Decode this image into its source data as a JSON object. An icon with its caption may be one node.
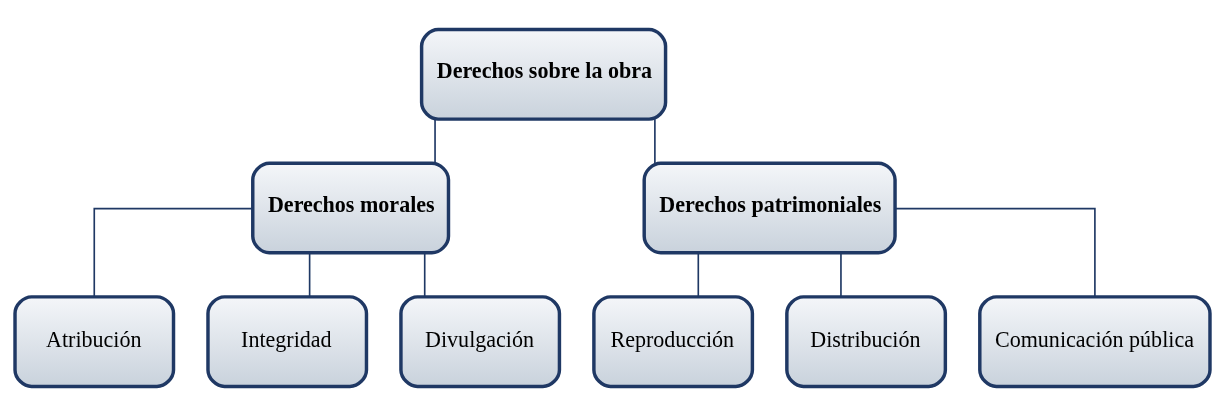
{
  "diagram": {
    "nodes": [
      {
        "text": [
          "Derechos sobre la obra"
        ]
      },
      {
        "text": [
          "Derechos morales"
        ]
      },
      {
        "text": [
          "Derechos patrimoniales"
        ]
      },
      {
        "text": [
          "Atribución"
        ]
      },
      {
        "text": [
          "Integridad"
        ]
      },
      {
        "text": [
          "Divulgación"
        ]
      },
      {
        "text": [
          "Reproducción"
        ]
      },
      {
        "text": [
          "Distribución"
        ]
      },
      {
        "text": [
          "Comunicación pública"
        ]
      }
    ],
    "edges": [
      {
        "from": 0,
        "to": 1,
        "arrow": "none"
      },
      {
        "from": 0,
        "to": 2,
        "arrow": "none"
      },
      {
        "from": 1,
        "to": 3,
        "arrow": "none"
      },
      {
        "from": 1,
        "to": 4,
        "arrow": "none"
      },
      {
        "from": 1,
        "to": 5,
        "arrow": "none"
      },
      {
        "from": 2,
        "to": 6,
        "arrow": "none"
      },
      {
        "from": 2,
        "to": 7,
        "arrow": "none"
      },
      {
        "from": 2,
        "to": 8,
        "arrow": "none"
      }
    ]
  }
}
